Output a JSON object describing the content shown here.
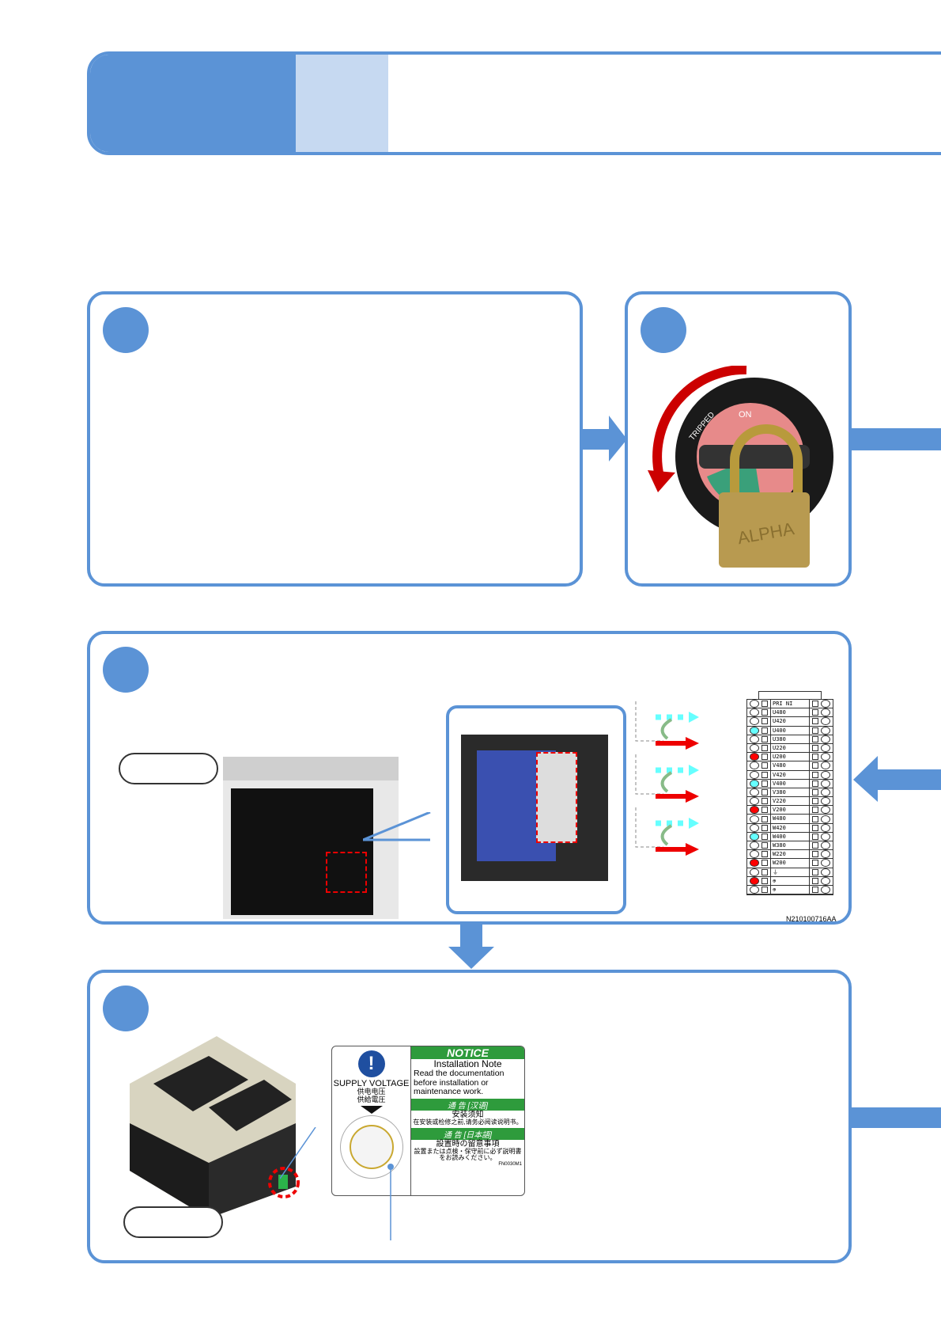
{
  "colors": {
    "accent": "#5b93d6",
    "accent_light": "#c6d9f1",
    "notice_green": "#2e9b3c",
    "arrow_red": "#e00000",
    "arrow_cyan": "#55eeee"
  },
  "breaker": {
    "label_on": "ON",
    "label_tripped": "TRIPPED",
    "padlock_brand": "ALPHA"
  },
  "terminal_block": {
    "header": "PRI NI",
    "rows": [
      "U480",
      "U420",
      "U400",
      "U380",
      "U220",
      "U200",
      "V480",
      "V420",
      "V400",
      "V380",
      "V220",
      "V200",
      "W480",
      "W420",
      "W400",
      "W380",
      "W220",
      "W200"
    ],
    "ground_symbols": [
      "⏚",
      "⊕",
      "⊕"
    ],
    "figure_code": "N210100716AA"
  },
  "notice_label": {
    "title": "NOTICE",
    "supply_voltage": "SUPPLY VOLTAGE",
    "supply_voltage_cn": "供电电压",
    "supply_voltage_jp": "供給電圧",
    "heading_en": "Installation Note",
    "body_en": "Read the documentation before installation or maintenance work.",
    "cn_bar": "通 告 [汉语]",
    "heading_cn": "安装须知",
    "body_cn": "在安装或检修之前,请务必阅读说明书。",
    "jp_bar": "通 告 [日本語]",
    "heading_jp": "設置時の留意事項",
    "body_jp": "設置または点検・保守前に必ず説明書をお読みください。",
    "code": "FN0030M1"
  }
}
